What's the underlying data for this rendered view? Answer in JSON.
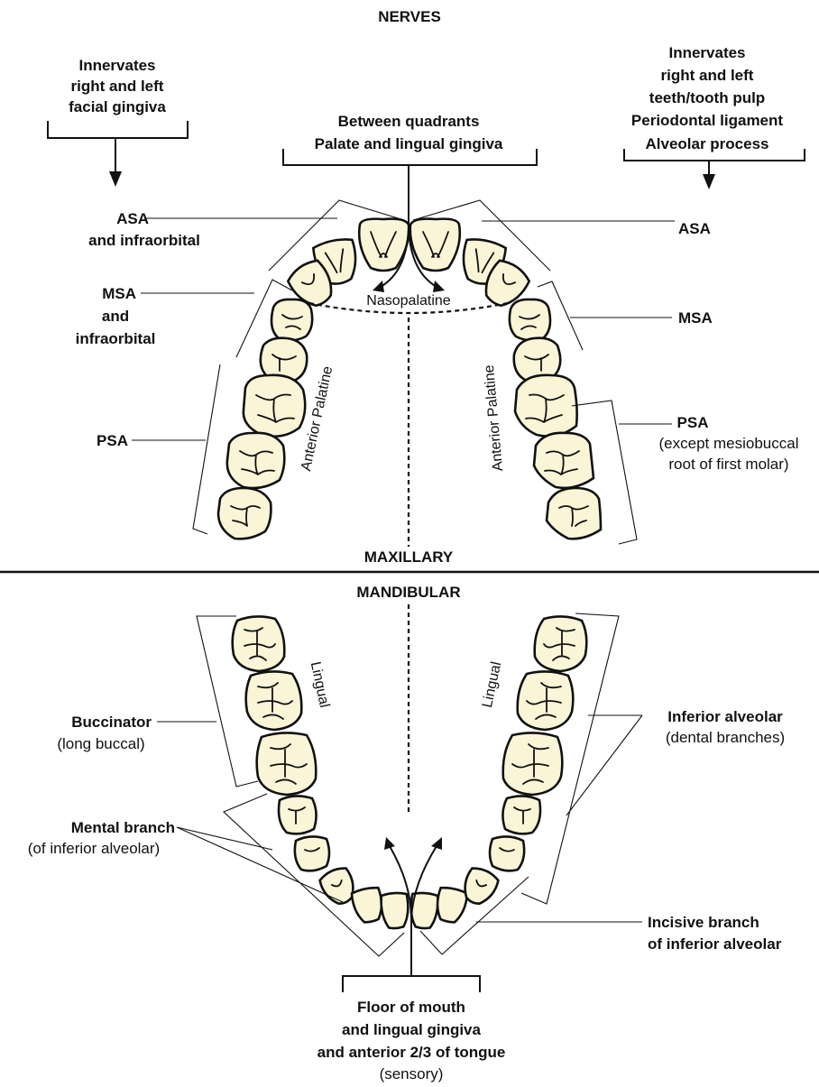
{
  "title": "NERVES",
  "section_maxillary": "MAXILLARY",
  "section_mandibular": "MANDIBULAR",
  "top_left_note": [
    "Innervates",
    "right and left",
    "facial gingiva"
  ],
  "top_center_note": [
    "Between quadrants",
    "Palate and lingual gingiva"
  ],
  "top_right_note": [
    "Innervates",
    "right and left",
    "teeth/tooth pulp",
    "Periodontal ligament",
    "Alveolar process"
  ],
  "maxillary_left": {
    "asa": "ASA",
    "asa_sub": "and infraorbital",
    "msa": "MSA",
    "msa_sub1": "and",
    "msa_sub2": "infraorbital",
    "psa": "PSA"
  },
  "maxillary_right": {
    "asa": "ASA",
    "msa": "MSA",
    "psa": "PSA",
    "psa_sub1": "(except mesiobuccal",
    "psa_sub2": "root of first molar)"
  },
  "palate_labels": {
    "nasopalatine": "Nasopalatine",
    "anterior_palatine_left": "Anterior Palatine",
    "anterior_palatine_right": "Anterior Palatine"
  },
  "mandibular": {
    "lingual_left": "Lingual",
    "lingual_right": "Lingual",
    "buccinator": "Buccinator",
    "buccinator_sub": "(long buccal)",
    "inferior_alveolar": "Inferior alveolar",
    "inferior_alveolar_sub": "(dental branches)",
    "mental": "Mental branch",
    "mental_sub": "(of inferior alveolar)",
    "incisive1": "Incisive branch",
    "incisive2": "of inferior alveolar"
  },
  "bottom_note": [
    "Floor of mouth",
    "and lingual gingiva",
    "and anterior 2/3 of tongue"
  ],
  "bottom_note_sub": "(sensory)"
}
